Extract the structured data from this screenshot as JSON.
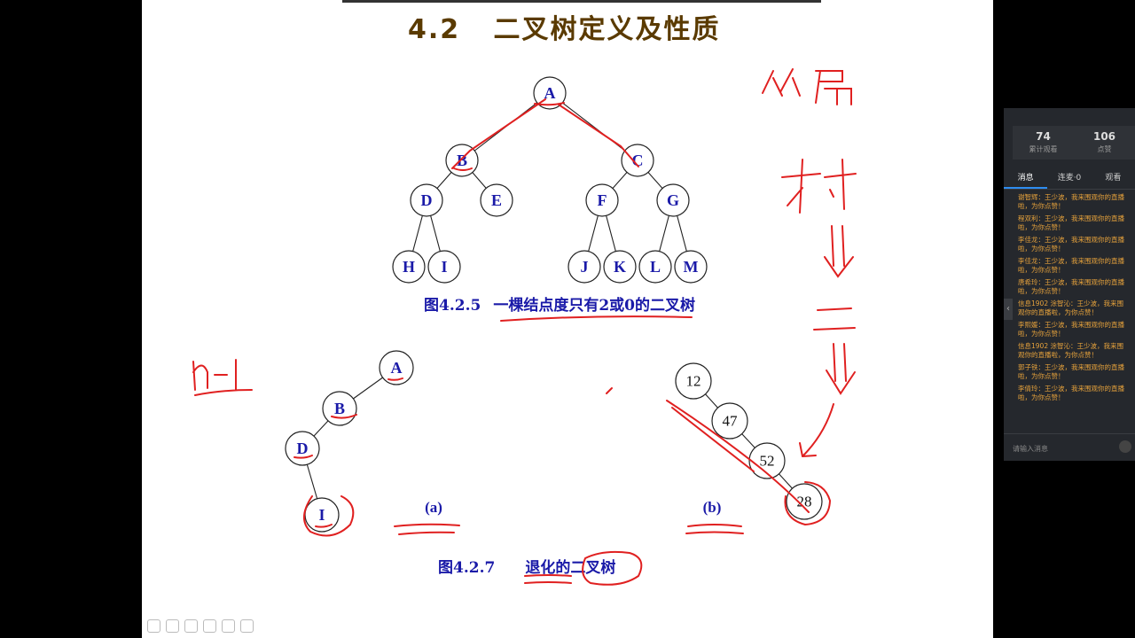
{
  "slide": {
    "title": "4.2   二叉树定义及性质",
    "fig1_caption": {
      "num": "图4.2.5",
      "text": "一棵结点度只有2或0的二叉树"
    },
    "fig2_caption": {
      "num": "图4.2.7",
      "text": "退化的二叉树"
    },
    "label_a": "(a)",
    "label_b": "(b)",
    "tree1_nodes": [
      "A",
      "B",
      "C",
      "D",
      "E",
      "F",
      "G",
      "H",
      "I",
      "J",
      "K",
      "L",
      "M"
    ],
    "tree_a_nodes": [
      "A",
      "B",
      "D",
      "I"
    ],
    "tree_b_nodes": [
      "12",
      "47",
      "52",
      "28"
    ]
  },
  "annotations": {
    "handwriting": [
      "从属",
      "树",
      "二",
      "n-1"
    ]
  },
  "toolbar": {
    "icons": [
      "pen-icon",
      "eraser-icon",
      "shape-icon",
      "highlighter-icon",
      "pointer-icon",
      "screen-icon"
    ]
  },
  "panel": {
    "stats": [
      {
        "value": "74",
        "label": "累计观看"
      },
      {
        "value": "106",
        "label": "点赞"
      }
    ],
    "tabs": [
      "消息",
      "连麦·0",
      "观看"
    ],
    "messages": [
      "谢智辉：王少波，我来围观你的直播啦，为你点赞！",
      "程双利：王少波，我来围观你的直播啦，为你点赞！",
      "李佳龙：王少波，我来围观你的直播啦，为你点赞！",
      "李佳龙：王少波，我来围观你的直播啦，为你点赞！",
      "唐希玲：王少波，我来围观你的直播啦，为你点赞！",
      "信息1902 涂智沁：王少波，我来围观你的直播啦，为你点赞！",
      "李熙媛：王少波，我来围观你的直播啦，为你点赞！",
      "信息1902 涂智沁：王少波，我来围观你的直播啦，为你点赞！",
      "郭子铁：王少波，我来围观你的直播啦，为你点赞！",
      "李倩玲：王少波，我来围观你的直播啦，为你点赞！"
    ],
    "input_placeholder": "请输入消息"
  }
}
